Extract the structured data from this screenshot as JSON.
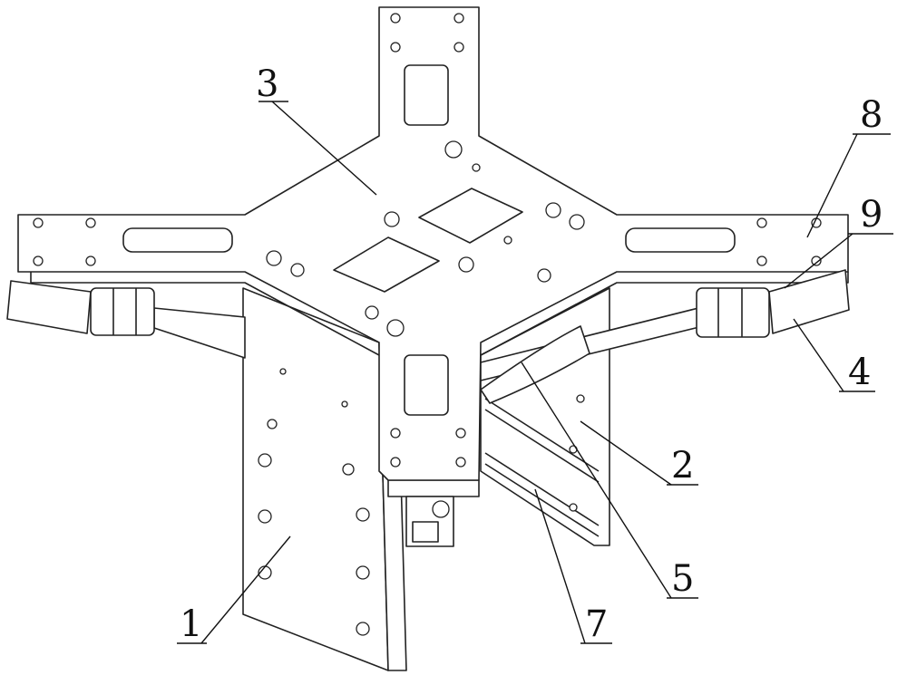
{
  "figure": {
    "labels": {
      "l1": "1",
      "l2": "2",
      "l3": "3",
      "l4": "4",
      "l5": "5",
      "l7": "7",
      "l8": "8",
      "l9": "9"
    }
  }
}
